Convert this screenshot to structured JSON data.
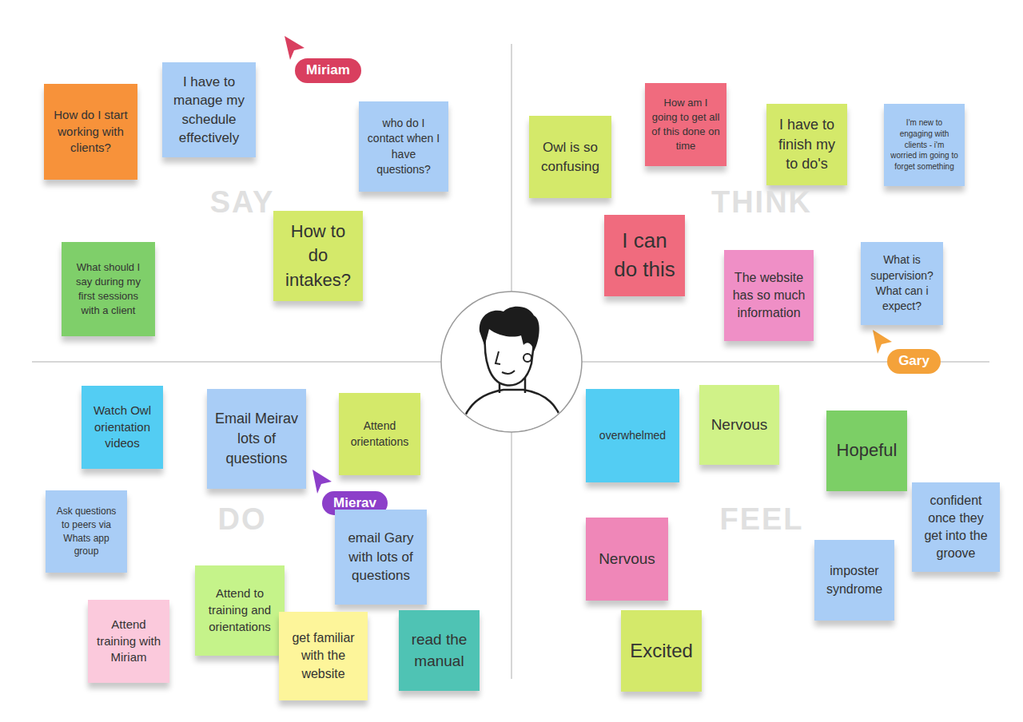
{
  "diagram": {
    "nodes": [
      {
        "text": [
          "How do I start working with clients?"
        ]
      },
      {
        "text": [
          "I have to manage my schedule effectively"
        ]
      },
      {
        "text": [
          "Miriam"
        ]
      },
      {
        "text": [
          "who do I contact when I have questions?"
        ]
      },
      {
        "text": [
          "How to do intakes?"
        ]
      },
      {
        "text": [
          "What should I say during my first sessions with a client"
        ]
      },
      {
        "text": [
          "Owl is so confusing"
        ]
      },
      {
        "text": [
          "How am I going to get all of this done on time"
        ]
      },
      {
        "text": [
          "I have to finish my to do's"
        ]
      },
      {
        "text": [
          "I'm new to engaging with clients - i'm worried im going to forget something"
        ]
      },
      {
        "text": [
          "I can do this"
        ]
      },
      {
        "text": [
          "The website has so much information"
        ]
      },
      {
        "text": [
          "What is supervision? What can i expect?"
        ]
      },
      {
        "text": [
          "Gary"
        ]
      },
      {
        "text": [
          "Watch Owl orientation videos"
        ]
      },
      {
        "text": [
          "Email Meirav lots of questions"
        ]
      },
      {
        "text": [
          "Attend orientations"
        ]
      },
      {
        "text": [
          "Mierav"
        ]
      },
      {
        "text": [
          "Ask questions to peers via Whats app group"
        ]
      },
      {
        "text": [
          "email Gary with lots of questions"
        ]
      },
      {
        "text": [
          "Attend to training and orientations"
        ]
      },
      {
        "text": [
          "Attend training with Miriam"
        ]
      },
      {
        "text": [
          "get familiar with the website"
        ]
      },
      {
        "text": [
          "read the manual"
        ]
      },
      {
        "text": [
          "overwhelmed"
        ]
      },
      {
        "text": [
          "Nervous"
        ]
      },
      {
        "text": [
          "Hopeful"
        ]
      },
      {
        "text": [
          "confident once they get into the groove"
        ]
      },
      {
        "text": [
          "Nervous"
        ]
      },
      {
        "text": [
          "imposter syndrome"
        ]
      },
      {
        "text": [
          "Excited"
        ]
      }
    ],
    "labels": [
      "SAY",
      "THINK",
      "DO",
      "FEEL"
    ]
  }
}
